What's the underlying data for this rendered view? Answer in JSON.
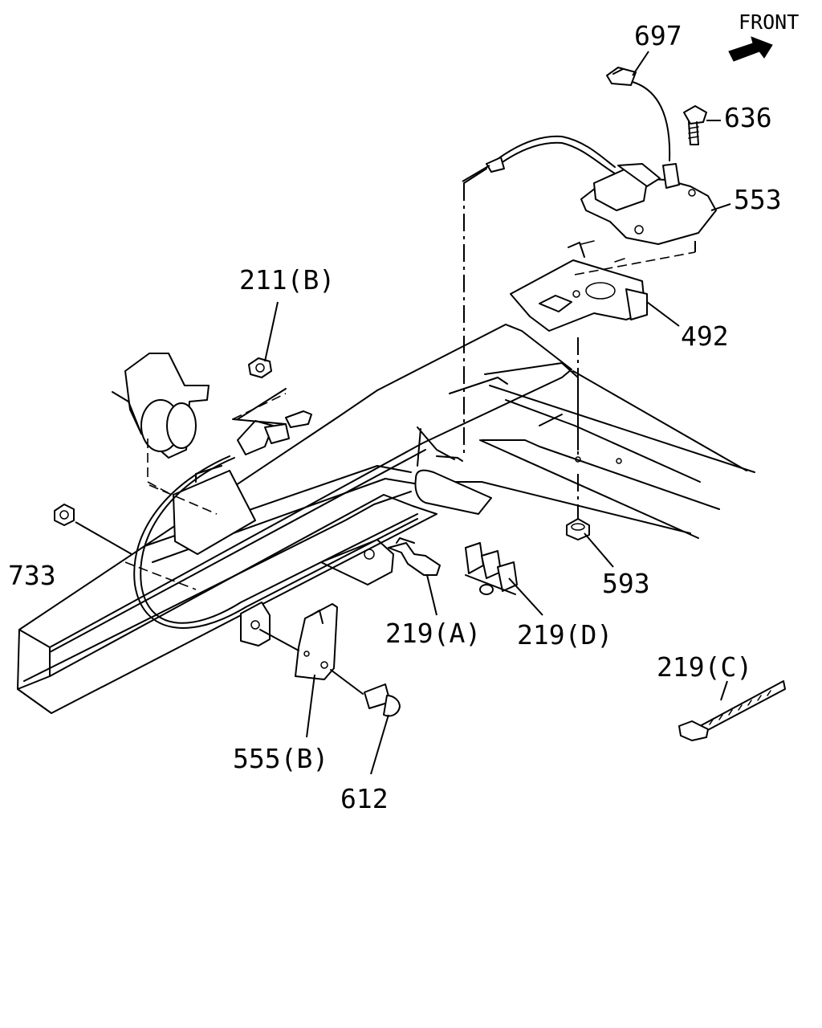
{
  "direction": {
    "label": "FRONT",
    "icon": "front-arrow-icon"
  },
  "callouts": {
    "c697": "697",
    "c636": "636",
    "c553": "553",
    "c211b": "211(B)",
    "c492": "492",
    "c733": "733",
    "c593": "593",
    "c219a": "219(A)",
    "c219d": "219(D)",
    "c219c": "219(C)",
    "c555b": "555(B)",
    "c612": "612"
  }
}
